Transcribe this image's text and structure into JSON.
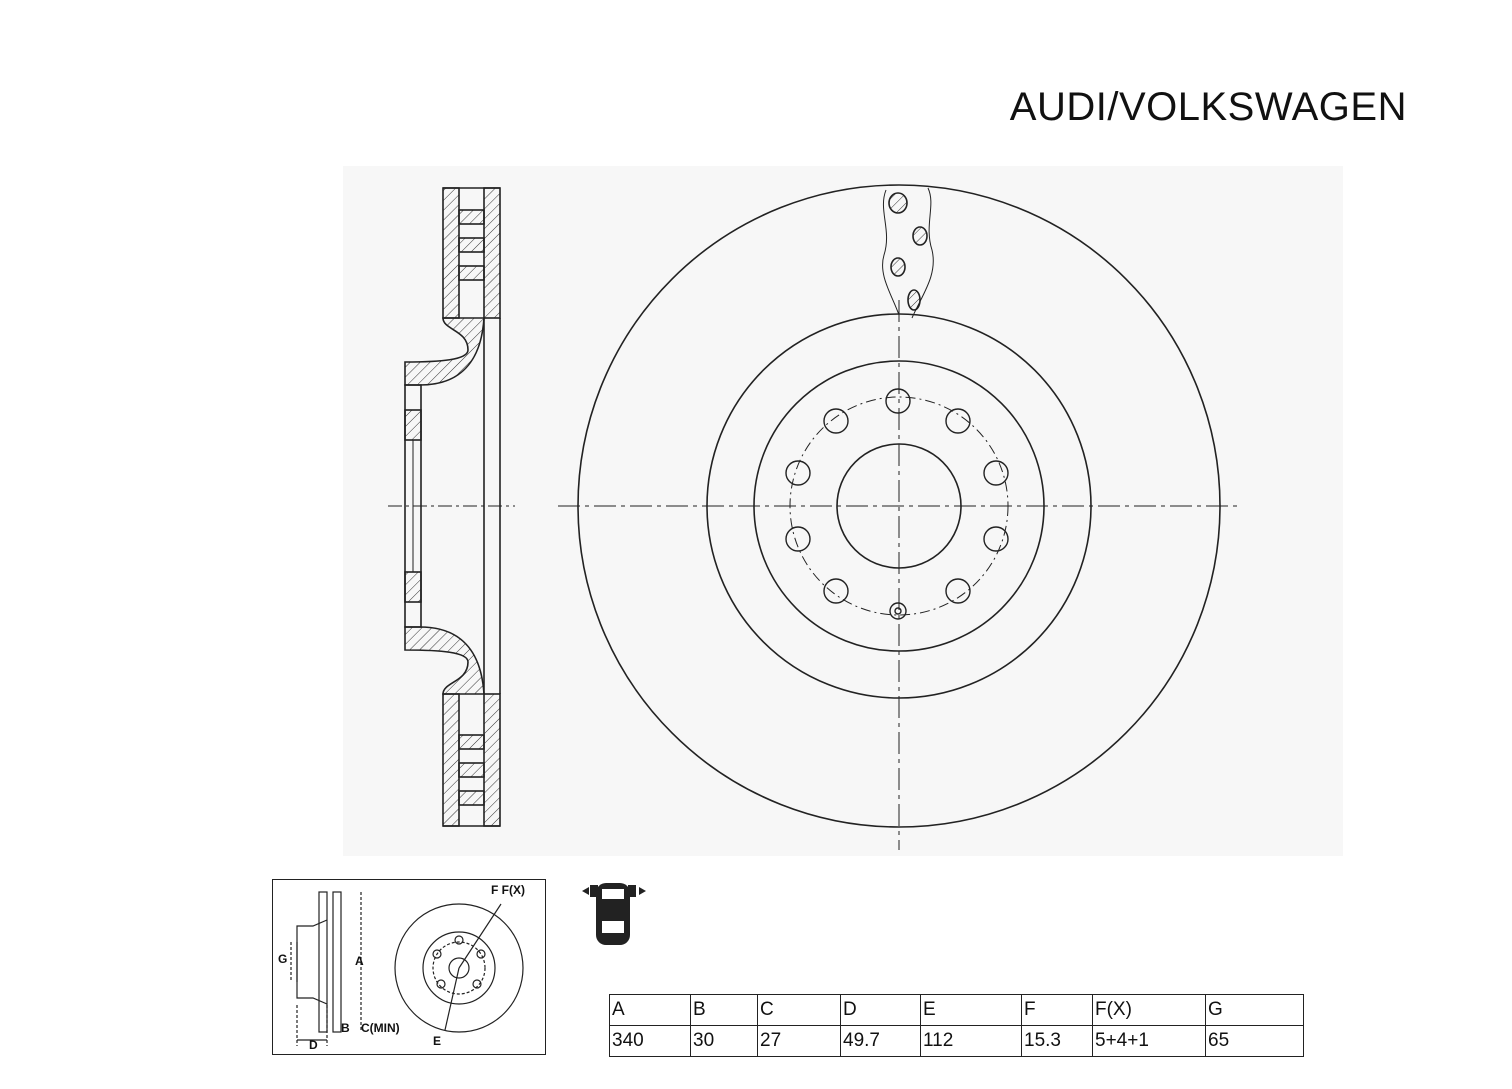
{
  "brand": "AUDI/VOLKSWAGEN",
  "legend": {
    "labels": {
      "f": "F F(X)",
      "g": "G",
      "a": "A",
      "b": "B",
      "c": "C(MIN)",
      "d": "D",
      "e": "E"
    }
  },
  "position_icon": "front-axle-position-icon",
  "colors": {
    "line": "#222222",
    "background": "#f7f7f7"
  },
  "spec_table": {
    "headers": [
      "A",
      "B",
      "C",
      "D",
      "E",
      "F",
      "F(X)",
      "G"
    ],
    "values": [
      "340",
      "30",
      "27",
      "49.7",
      "112",
      "15.3",
      "5+4+1",
      "65"
    ]
  }
}
